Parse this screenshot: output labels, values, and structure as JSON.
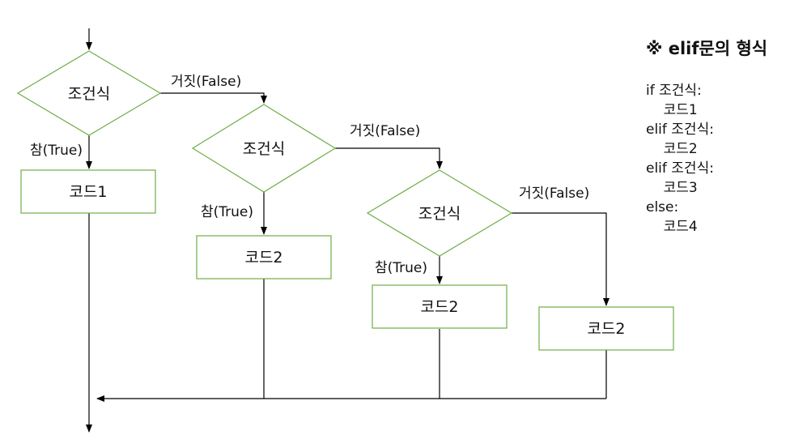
{
  "syntax": {
    "title": "※ elif문의 형식",
    "lines": [
      "if 조건식:",
      "    코드1",
      "elif 조건식:",
      "    코드2",
      "elif 조건식:",
      "    코드3",
      "else:",
      "    코드4"
    ]
  },
  "flowchart": {
    "conditions": [
      "조건식",
      "조건식",
      "조건식"
    ],
    "true_labels": [
      "참(True)",
      "참(True)",
      "참(True)"
    ],
    "false_labels": [
      "거짓(False)",
      "거짓(False)",
      "거짓(False)"
    ],
    "code_blocks": [
      "코드1",
      "코드2",
      "코드2",
      "코드2"
    ]
  },
  "colors": {
    "shape_border": "#70ad47",
    "line": "#000000"
  }
}
